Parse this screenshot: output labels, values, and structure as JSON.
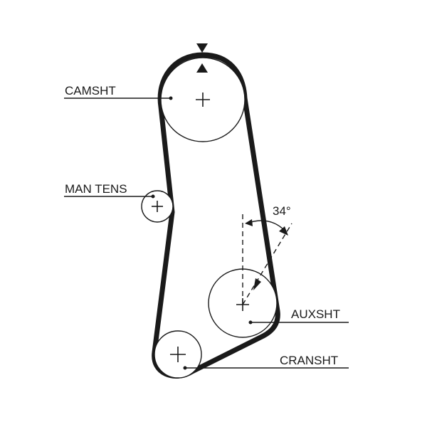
{
  "labels": {
    "camshaft": "CAMSHT",
    "manual_tensioner": "MAN TENS",
    "auxiliary_shaft": "AUXSHT",
    "crankshaft": "CRANSHT",
    "angle": "34°"
  },
  "colors": {
    "belt": "#1a1a1a",
    "pulley_outline": "#1a1a1a",
    "leader_line": "#1a1a1a",
    "background": "#ffffff"
  },
  "icons": {
    "timing_mark": "triangle-pointers",
    "pulley_center": "plus-cross"
  }
}
